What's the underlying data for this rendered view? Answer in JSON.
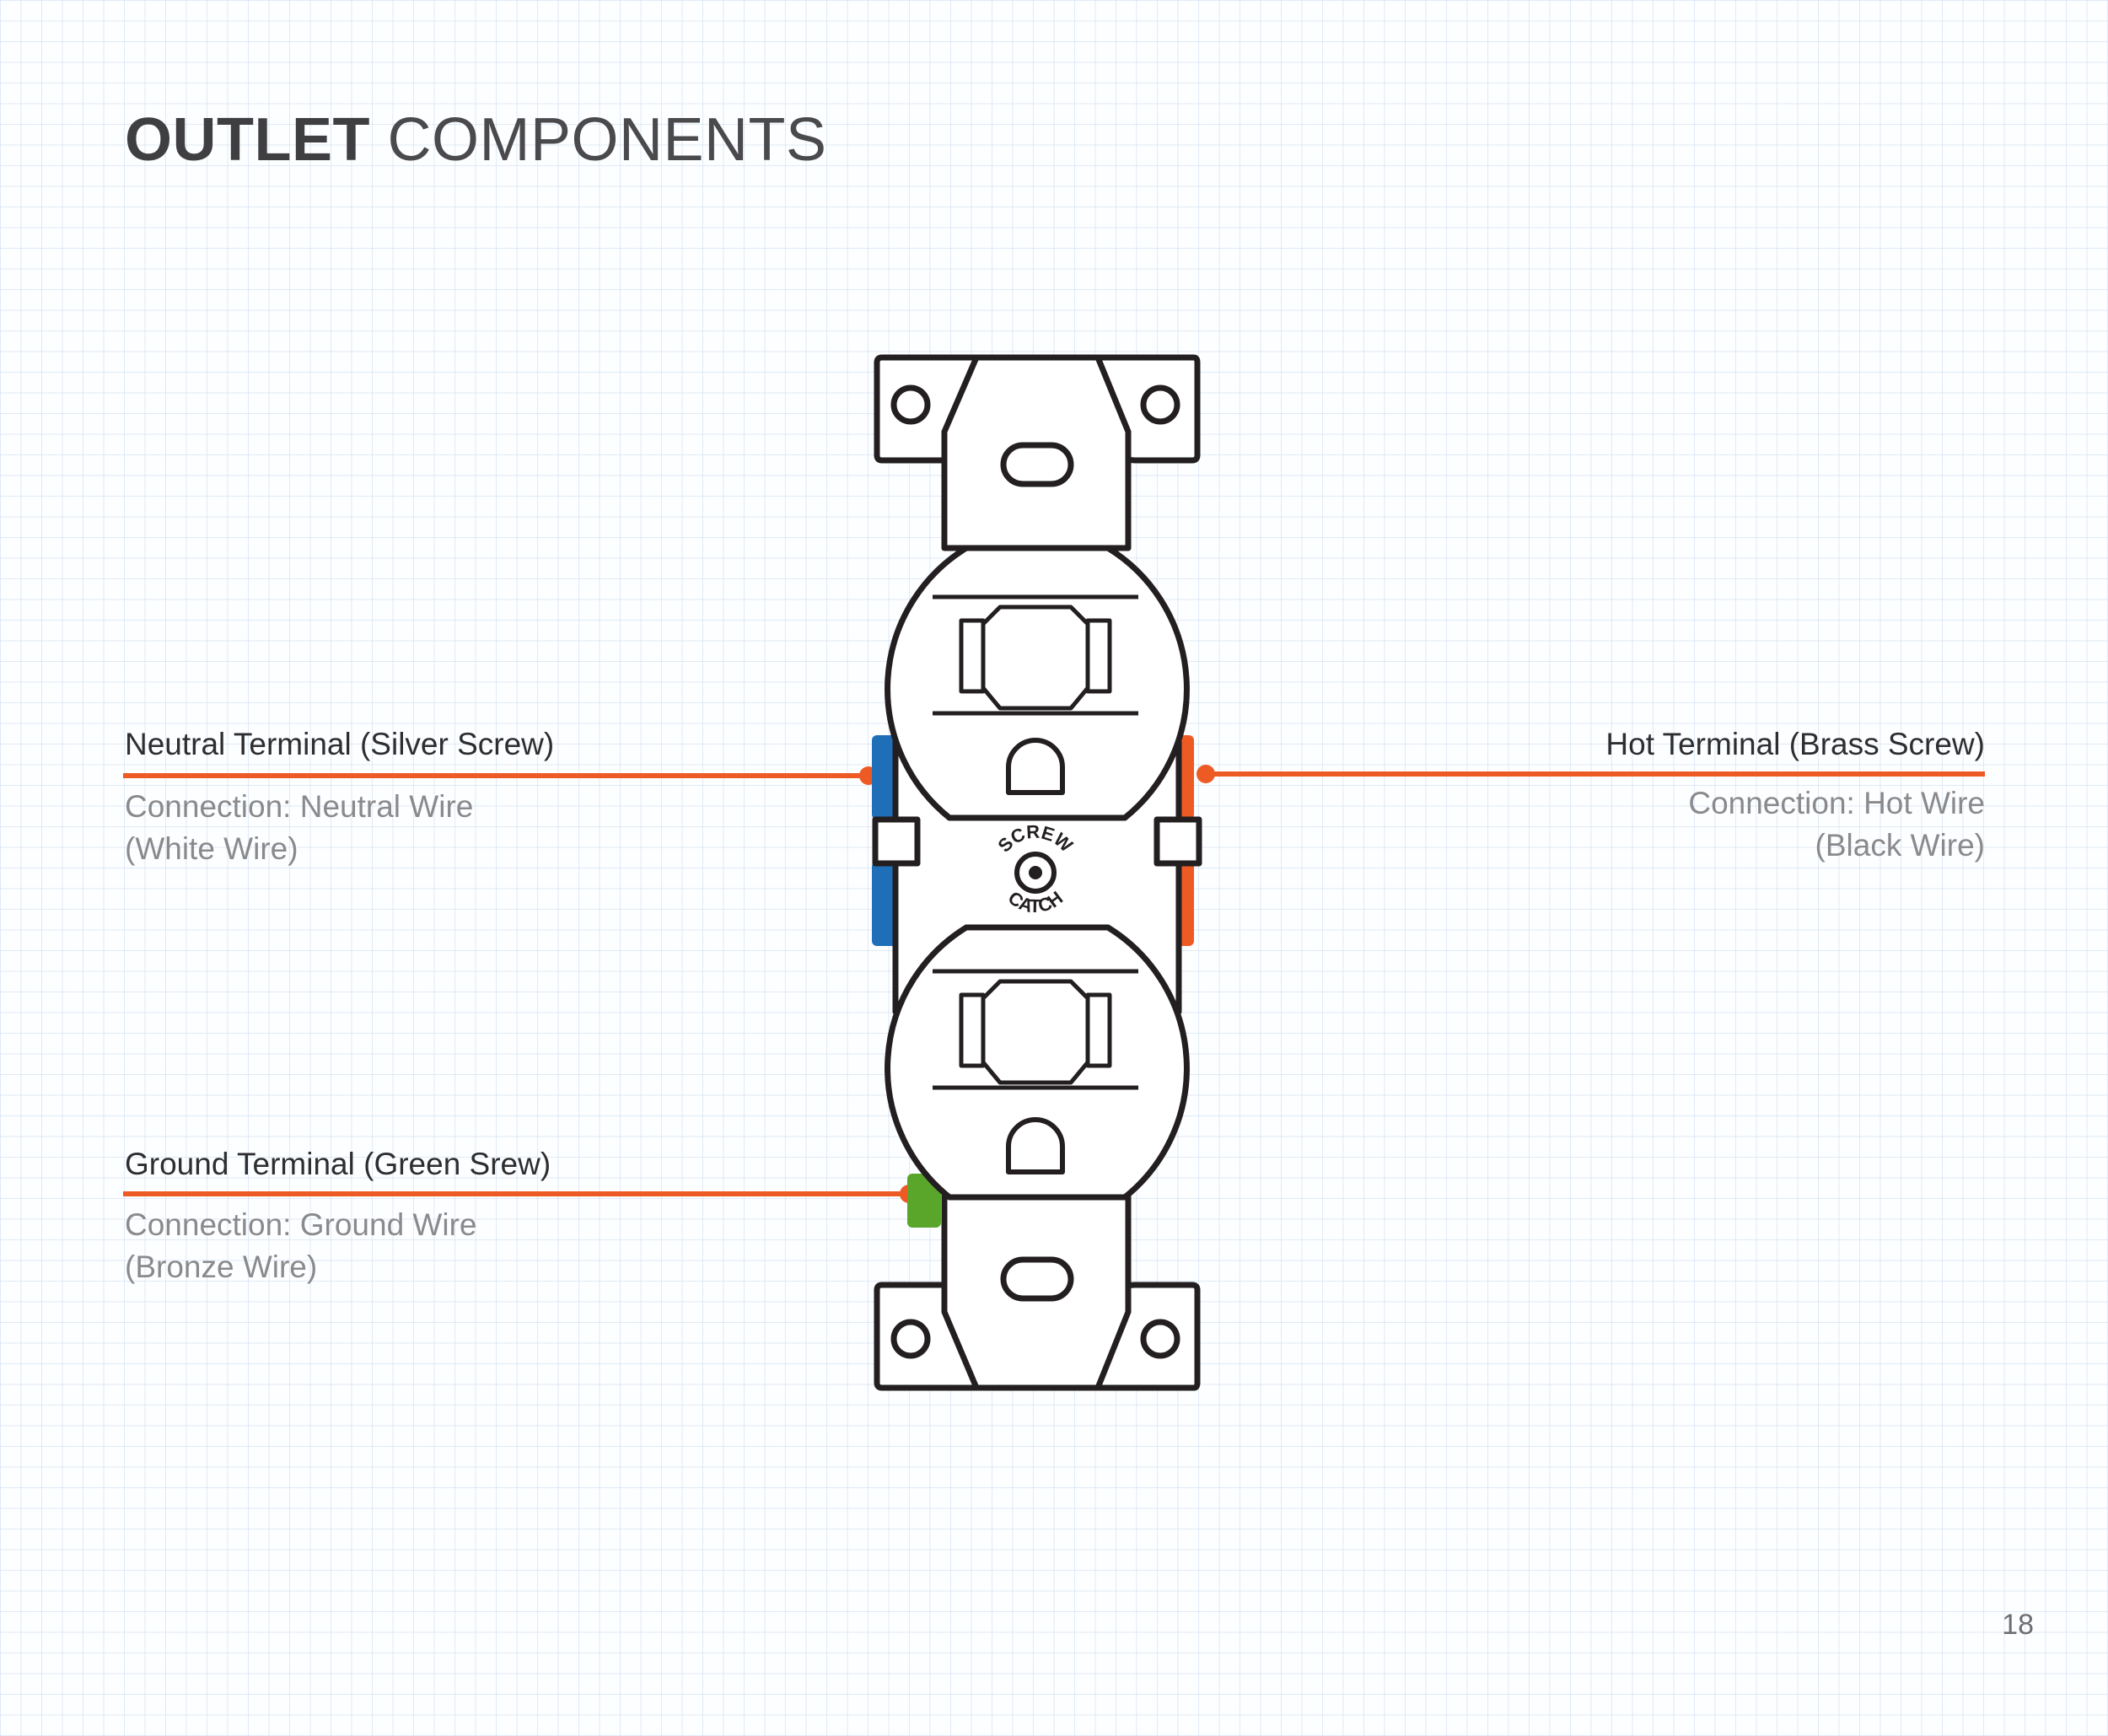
{
  "title": {
    "bold": "OUTLET",
    "light": "COMPONENTS"
  },
  "callouts": {
    "neutral": {
      "label": "Neutral Terminal (Silver Screw)",
      "line1": "Connection: Neutral Wire",
      "line2": "(White Wire)"
    },
    "hot": {
      "label": "Hot Terminal (Brass Screw)",
      "line1": "Connection: Hot Wire",
      "line2": "(Black Wire)"
    },
    "ground": {
      "label": "Ground Terminal (Green Srew)",
      "line1": "Connection: Ground Wire",
      "line2": "(Bronze Wire)"
    }
  },
  "outlet_logo": {
    "top": "SCREW",
    "bottom": "CATCH"
  },
  "page_number": "18",
  "colors": {
    "leader": "#ee5a24",
    "neutral_screw": "#1f6fb8",
    "hot_screw": "#ee5a24",
    "ground_screw": "#5aa62b",
    "outline": "#231f20"
  }
}
